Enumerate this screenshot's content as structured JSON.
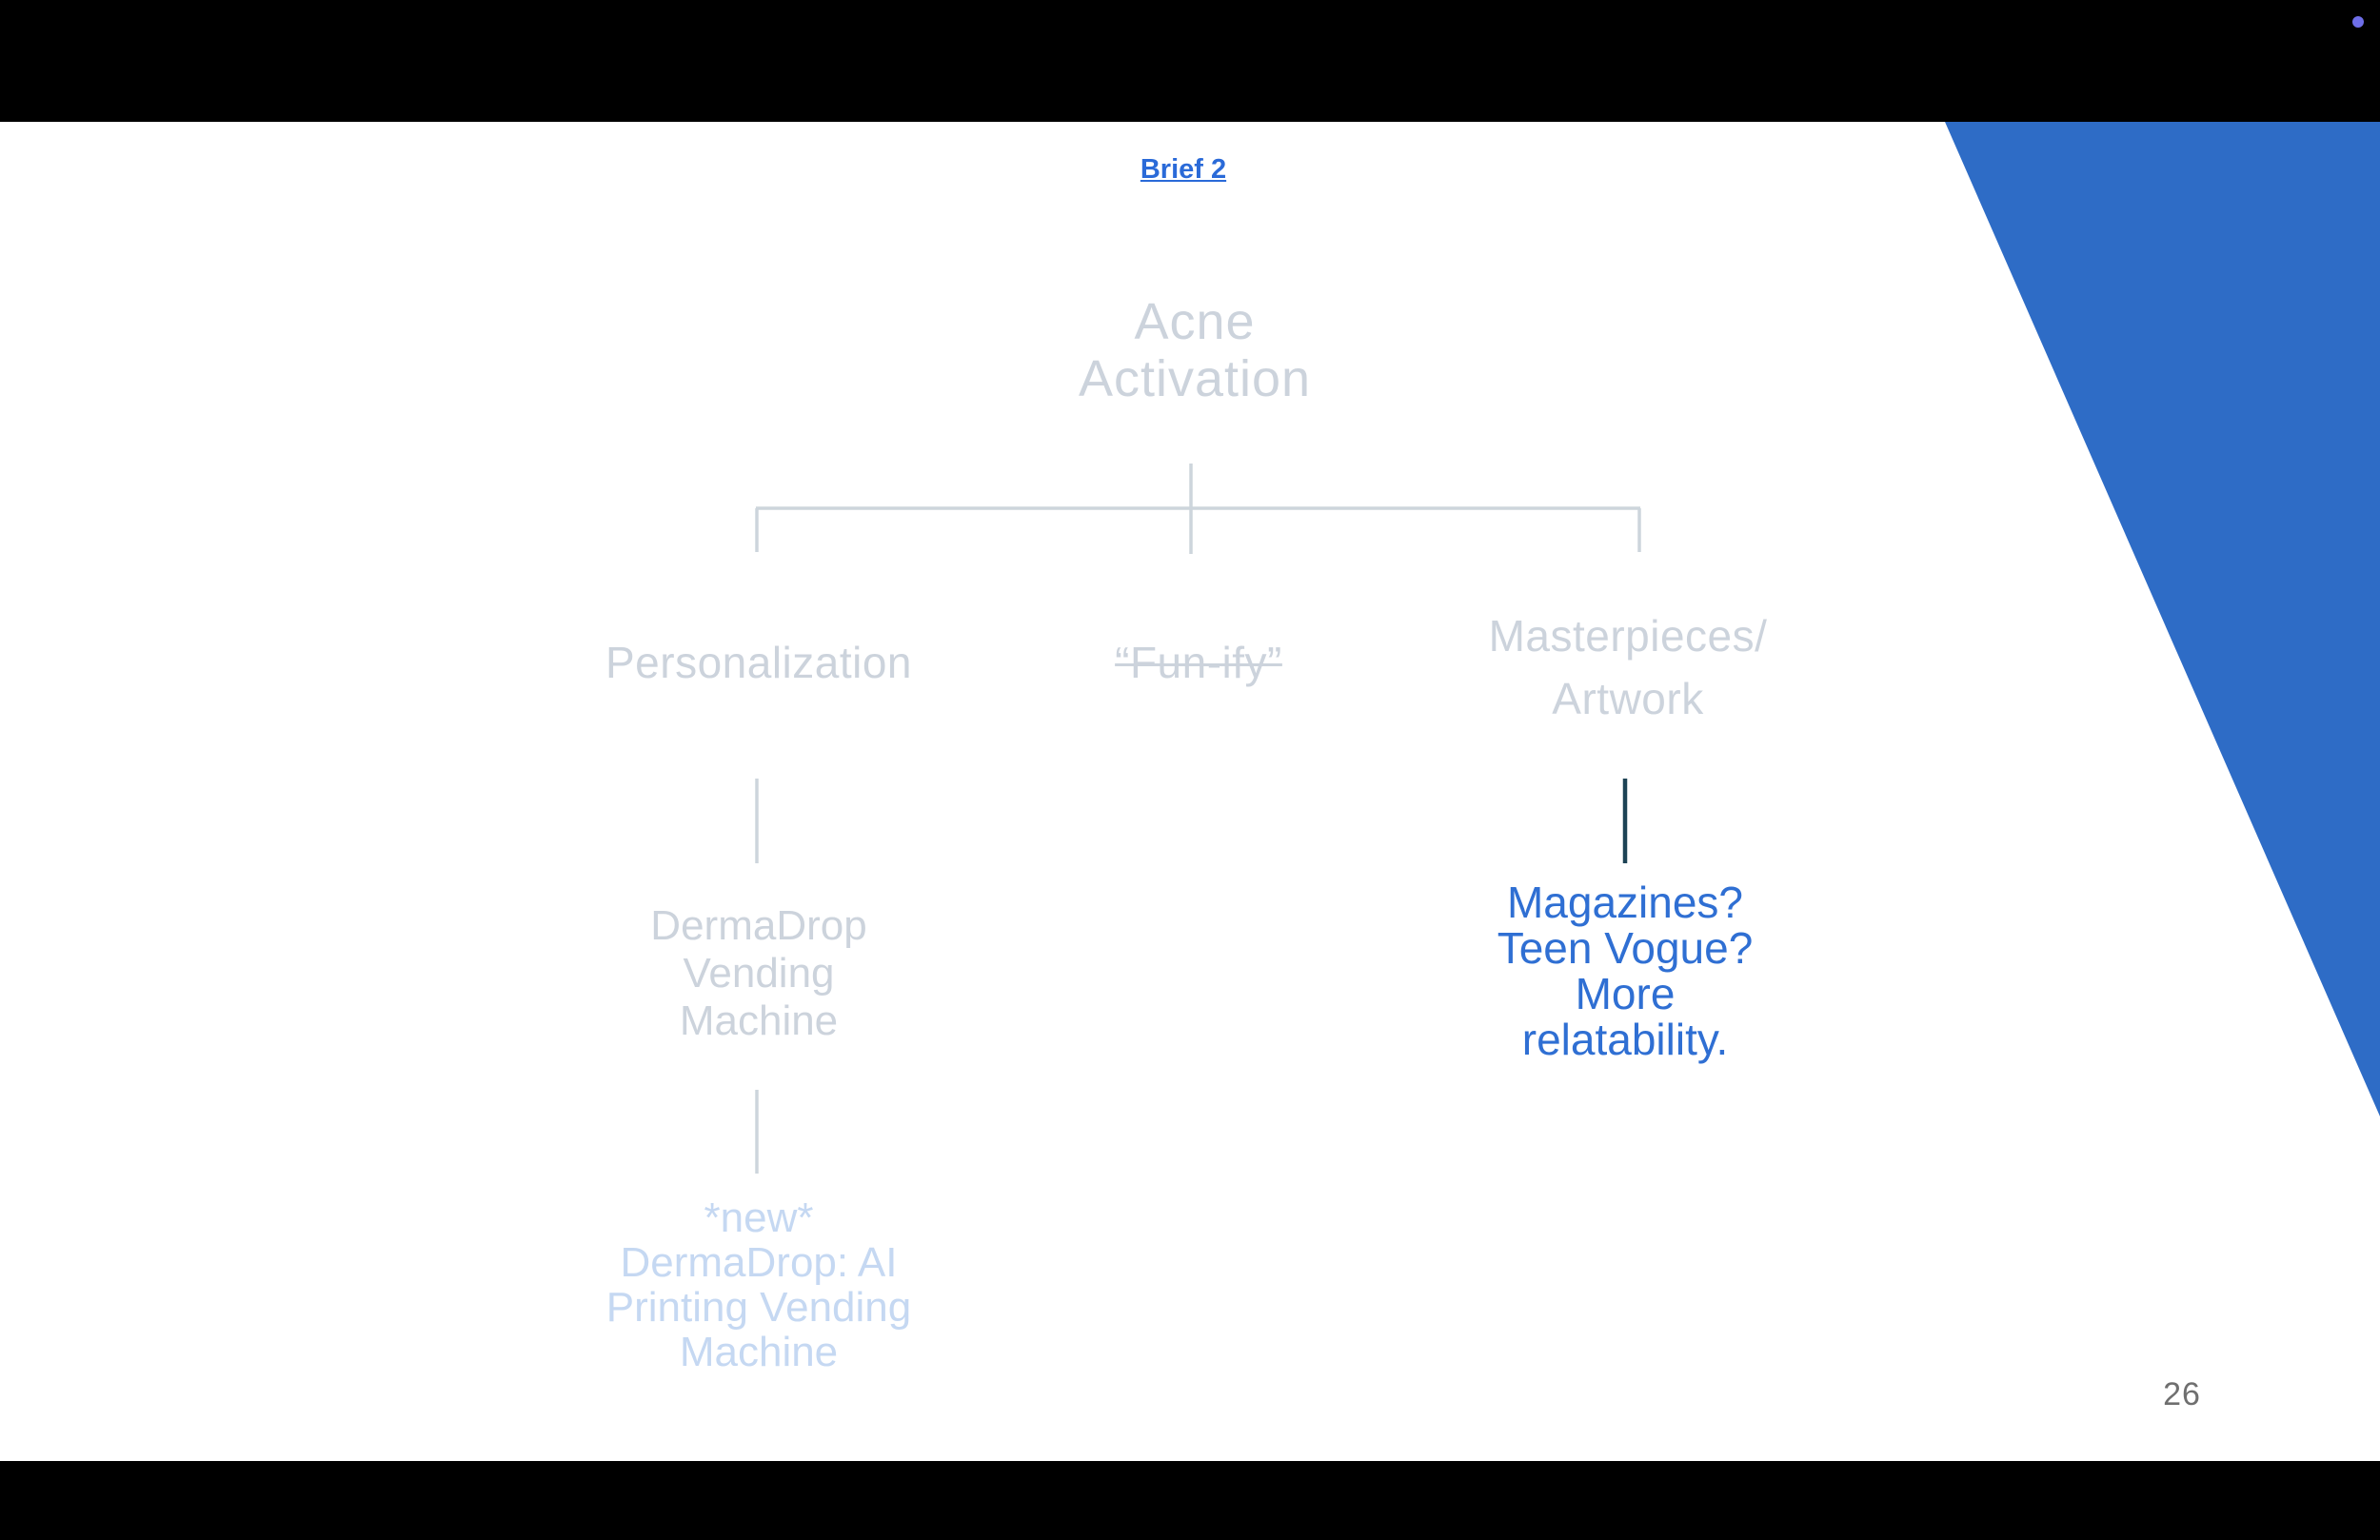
{
  "slide": {
    "link": {
      "label": "Brief 2"
    },
    "title": {
      "lines": [
        "Acne",
        "Activation"
      ]
    },
    "branches": {
      "personalization": {
        "label": "Personalization"
      },
      "funify": {
        "label": "“Fun-ify”",
        "strikethrough": true
      },
      "masterpieces": {
        "lines": [
          "Masterpieces/",
          "Artwork"
        ]
      }
    },
    "nodes": {
      "dermadrop": {
        "lines": [
          "DermaDrop",
          "Vending",
          "Machine"
        ]
      },
      "new_dermadrop": {
        "lines": [
          "*new*",
          "DermaDrop: AI",
          "Printing Vending",
          "Machine"
        ]
      },
      "magazines": {
        "lines": [
          "Magazines?",
          "Teen Vogue?",
          "More",
          "relatability."
        ]
      }
    },
    "page_number": "26"
  },
  "colors": {
    "link_blue": "#2a6ad8",
    "node_gray": "#ccd3dc",
    "connector_gray": "#cdd5dc",
    "dark_connector": "#1d4355",
    "highlight_blue": "#2f6fd3",
    "light_blue": "#c5d8f2",
    "wedge_blue": "#2e6cc6",
    "page_number_gray": "#6f6f6f",
    "dot_purple": "#6e6ee8",
    "letterbox_black": "#000000",
    "slide_white": "#ffffff"
  },
  "icons": {
    "recording_dot": "purple-dot"
  }
}
